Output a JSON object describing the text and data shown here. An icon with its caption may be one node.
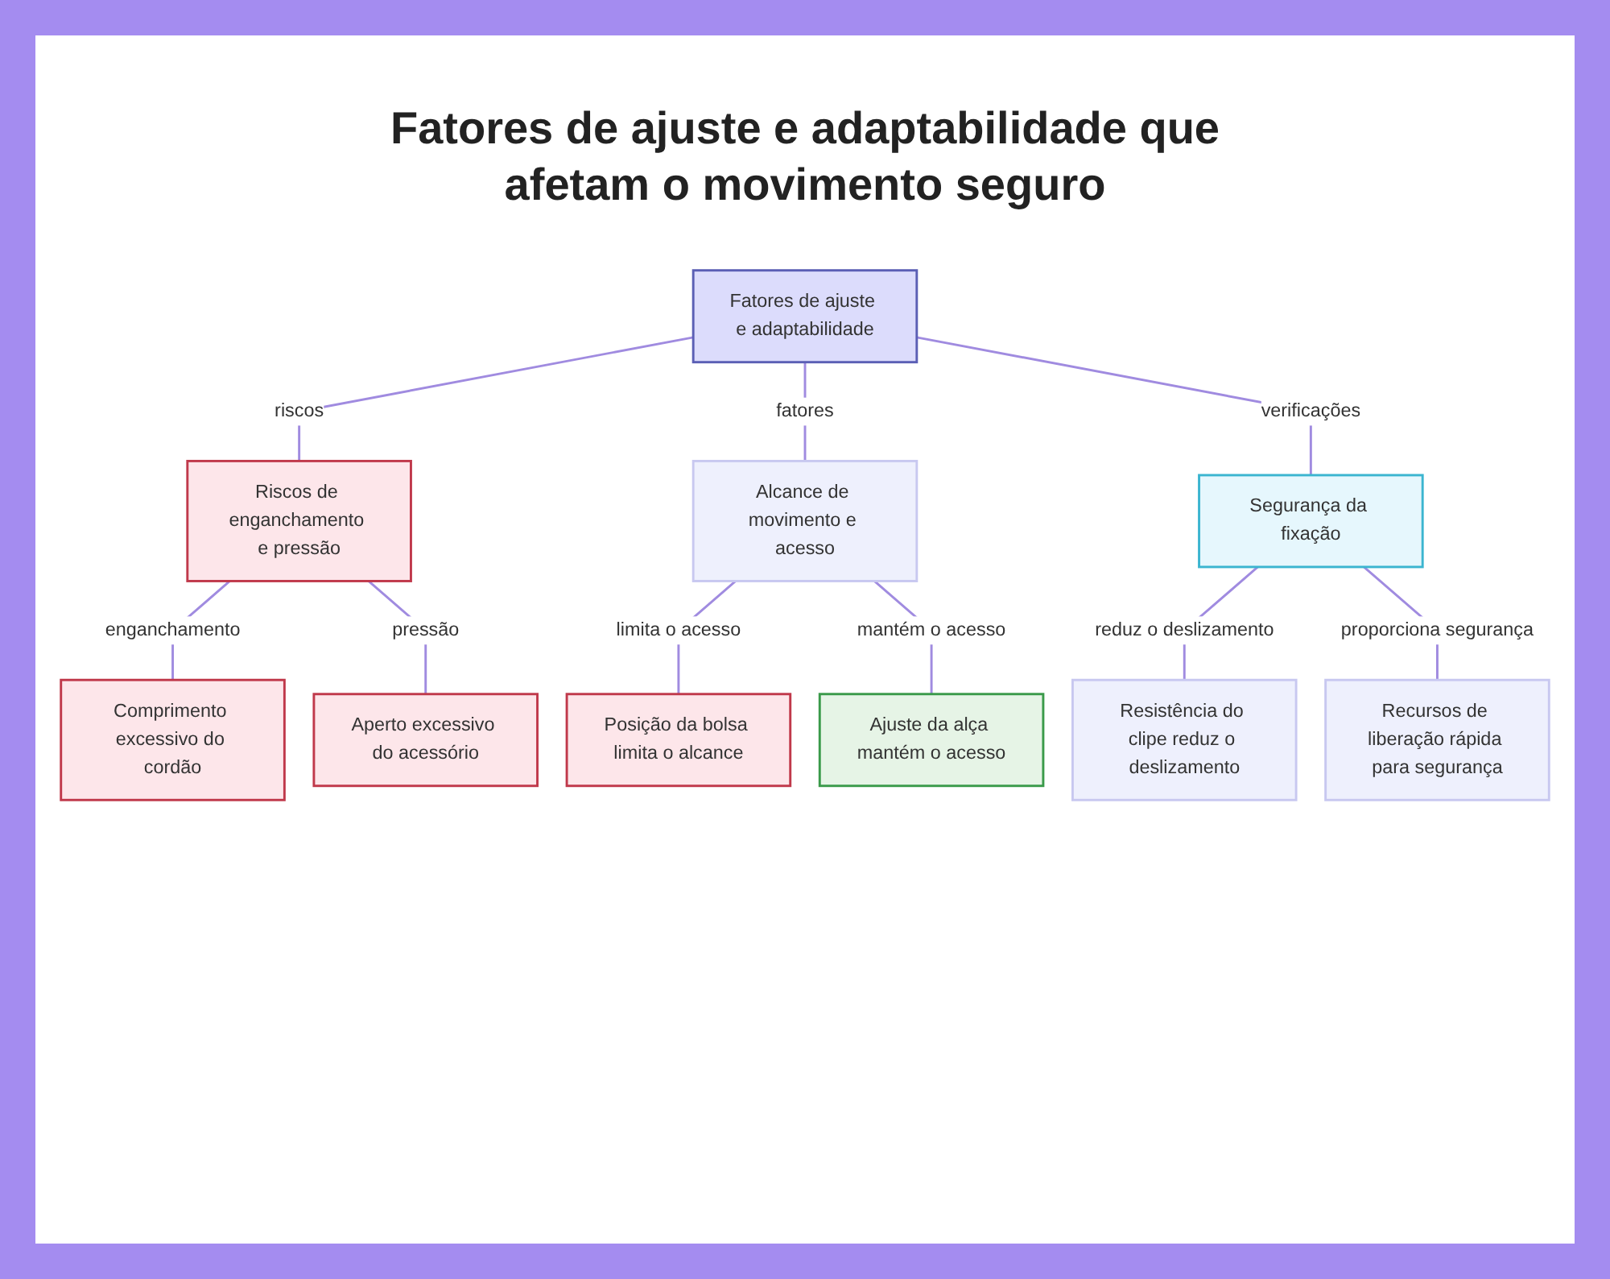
{
  "diagram": {
    "title": "Fatores de ajuste e adaptabilidade que afetam o movimento seguro",
    "nodes": [
      {
        "text": [
          "Fatores de ajuste e adaptabilidade"
        ]
      },
      {
        "text": [
          "Riscos de enganchamento e pressão"
        ]
      },
      {
        "text": [
          "Alcance de movimento e acesso"
        ]
      },
      {
        "text": [
          "Segurança da fixação"
        ]
      },
      {
        "text": [
          "Comprimento excessivo do cordão"
        ]
      },
      {
        "text": [
          "Aperto excessivo do acessório"
        ]
      },
      {
        "text": [
          "Posição da bolsa limita o alcance"
        ]
      },
      {
        "text": [
          "Ajuste da alça mantém o acesso"
        ]
      },
      {
        "text": [
          "Resistência do clipe reduz o deslizamento"
        ]
      },
      {
        "text": [
          "Recursos de liberação rápida para segurança"
        ]
      }
    ],
    "edges": [
      {
        "from": 0,
        "to": 1,
        "arrow": "none",
        "label": "riscos"
      },
      {
        "from": 0,
        "to": 2,
        "arrow": "none",
        "label": "fatores"
      },
      {
        "from": 0,
        "to": 3,
        "arrow": "none",
        "label": "verificações"
      },
      {
        "from": 1,
        "to": 4,
        "arrow": "none",
        "label": "enganchamento"
      },
      {
        "from": 1,
        "to": 5,
        "arrow": "none",
        "label": "pressão"
      },
      {
        "from": 2,
        "to": 6,
        "arrow": "none",
        "label": "limita o acesso"
      },
      {
        "from": 2,
        "to": 7,
        "arrow": "none",
        "label": "mantém o acesso"
      },
      {
        "from": 3,
        "to": 8,
        "arrow": "none",
        "label": "reduz o deslizamento"
      },
      {
        "from": 3,
        "to": 9,
        "arrow": "none",
        "label": "proporciona segurança"
      }
    ]
  }
}
